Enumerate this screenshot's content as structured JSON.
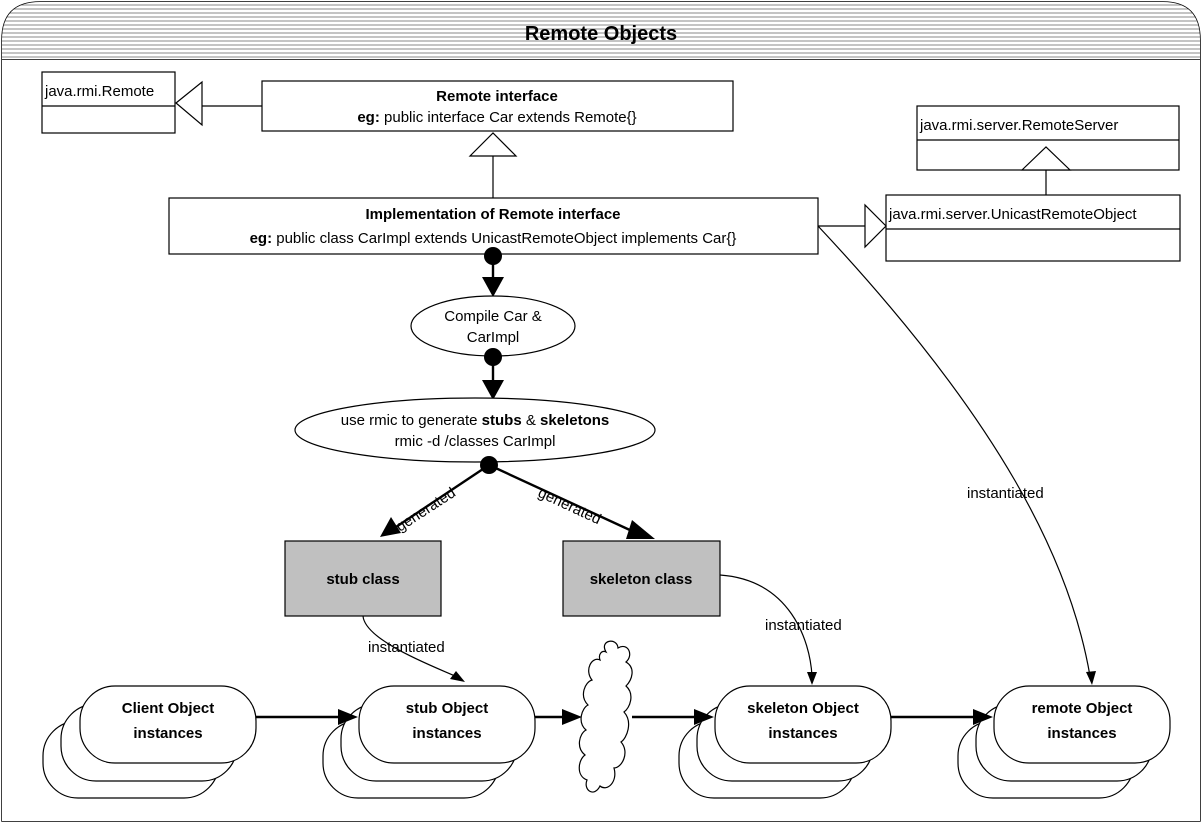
{
  "title": "Remote Objects",
  "boxes": {
    "java_rmi_remote": "java.rmi.Remote",
    "remote_server": "java.rmi.server.RemoteServer",
    "unicast_remote_object": "java.rmi.server.UnicastRemoteObject",
    "remote_interface": {
      "heading": "Remote interface",
      "eg_label": "eg:",
      "code": " public interface Car extends Remote{}"
    },
    "implementation": {
      "heading": "Implementation of  Remote interface",
      "eg_label": "eg:",
      "code": " public class CarImpl extends UnicastRemoteObject implements Car{}"
    }
  },
  "steps": {
    "compile": [
      "Compile Car &",
      "CarImpl"
    ],
    "rmic": {
      "prefix": "use rmic to generate ",
      "stubs": "stubs",
      "amp": " & ",
      "skeletons": "skeletons",
      "command": "rmic -d  /classes  CarImpl"
    }
  },
  "classes": {
    "stub": "stub class",
    "skeleton": "skeleton class"
  },
  "edge_labels": {
    "generated_left": "generated",
    "generated_right": "generated",
    "instantiated_stub": "instantiated",
    "instantiated_skeleton": "instantiated",
    "instantiated_remote": "instantiated"
  },
  "instances": [
    {
      "line1": "Client Object",
      "line2": "instances"
    },
    {
      "line1": "stub Object",
      "line2": "instances"
    },
    {
      "line1": "skeleton Object",
      "line2": "instances"
    },
    {
      "line1": "remote Object",
      "line2": "instances"
    }
  ]
}
